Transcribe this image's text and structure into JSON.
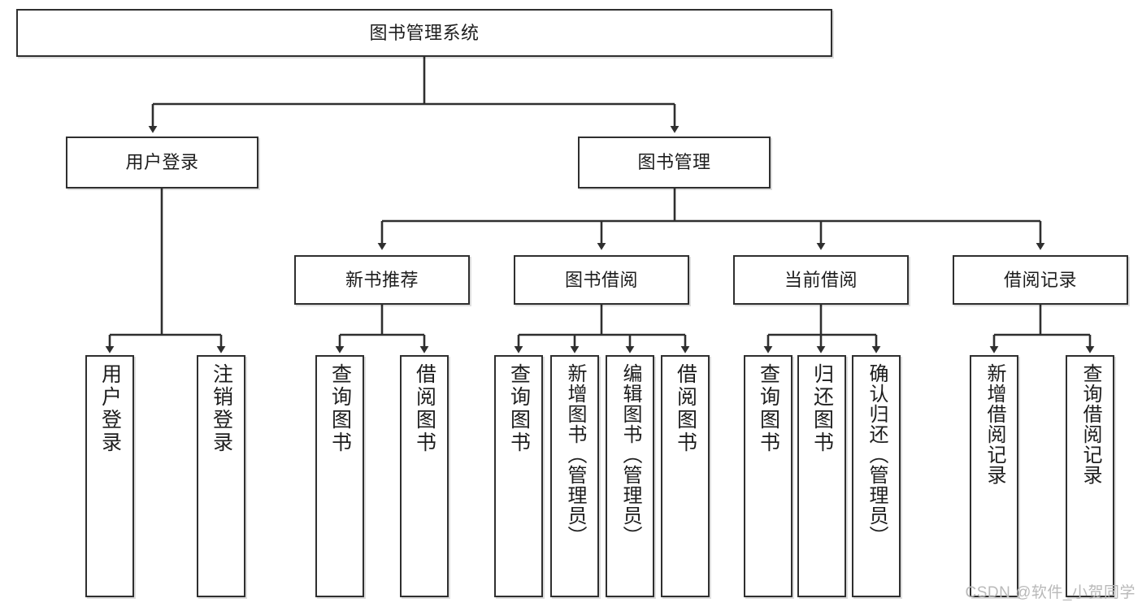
{
  "diagram": {
    "title": "图书管理系统",
    "type": "tree",
    "root": {
      "label": "图书管理系统"
    },
    "level1": [
      {
        "label": "用户登录"
      },
      {
        "label": "图书管理"
      }
    ],
    "level2": [
      {
        "label": "新书推荐"
      },
      {
        "label": "图书借阅"
      },
      {
        "label": "当前借阅"
      },
      {
        "label": "借阅记录"
      }
    ],
    "leaves": {
      "user_login": [
        {
          "label": "用户登录"
        },
        {
          "label": "注销登录"
        }
      ],
      "new_book_recommend": [
        {
          "label": "查询图书"
        },
        {
          "label": "借阅图书"
        }
      ],
      "book_borrow": [
        {
          "label": "查询图书"
        },
        {
          "label": "新增图书（管理员）"
        },
        {
          "label": "编辑图书（管理员）"
        },
        {
          "label": "借阅图书"
        }
      ],
      "current_borrow": [
        {
          "label": "查询图书"
        },
        {
          "label": "归还图书"
        },
        {
          "label": "确认归还（管理员）"
        }
      ],
      "borrow_record": [
        {
          "label": "新增借阅记录"
        },
        {
          "label": "查询借阅记录"
        }
      ]
    }
  },
  "watermark": {
    "text": "CSDN @软件_小贺同学"
  },
  "colors": {
    "stroke": "#2f2f2f",
    "fill": "#ffffff",
    "text": "#1d1d1d",
    "watermark": "#b9b9b9"
  }
}
